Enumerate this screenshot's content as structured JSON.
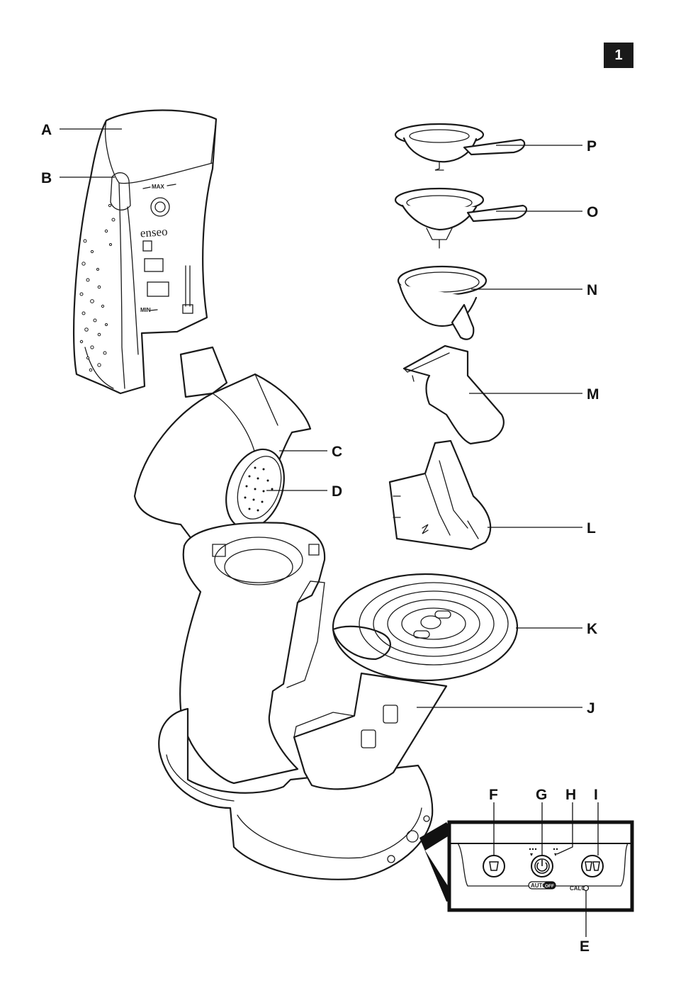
{
  "page_number": "1",
  "labels": {
    "A": "A",
    "B": "B",
    "C": "C",
    "D": "D",
    "E": "E",
    "F": "F",
    "G": "G",
    "H": "H",
    "I": "I",
    "J": "J",
    "K": "K",
    "L": "L",
    "M": "M",
    "N": "N",
    "O": "O",
    "P": "P"
  },
  "tank": {
    "max_mark": "MAX",
    "min_mark": "MIN",
    "brand": "enseo"
  },
  "control_panel": {
    "auto_label": "AUTO",
    "off_label": "OFF",
    "calc_label": "CALC"
  },
  "icons": [
    "power-icon",
    "single-cup-icon",
    "double-cup-icon"
  ]
}
